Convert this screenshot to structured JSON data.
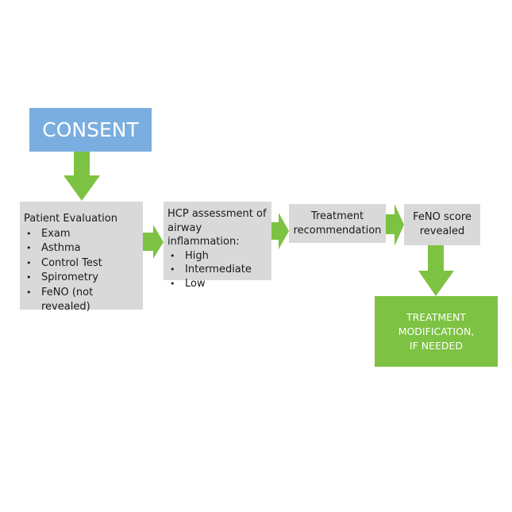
{
  "colors": {
    "consent_fill": "#7aaee0",
    "arrow_fill": "#7dc242",
    "process_fill": "#d9d9d9",
    "final_fill": "#7dc242"
  },
  "consent": {
    "label": "CONSENT"
  },
  "patient_evaluation": {
    "title": "Patient Evaluation",
    "items": [
      "Exam",
      "Asthma",
      "Control Test",
      "Spirometry",
      "FeNO (not revealed)"
    ]
  },
  "hcp_assessment": {
    "title_line1": "HCP assessment of",
    "title_line2": "airway inflammation:",
    "items": [
      "High",
      "Intermediate",
      "Low"
    ]
  },
  "treatment_recommendation": {
    "line1": "Treatment",
    "line2": "recommendation"
  },
  "feno_score": {
    "line1": "FeNO score",
    "line2": "revealed"
  },
  "treatment_modification": {
    "line1": "TREATMENT",
    "line2": "MODIFICATION,",
    "line3": "IF NEEDED"
  },
  "arrows": [
    {
      "from": "consent",
      "to": "patient_evaluation",
      "direction": "down"
    },
    {
      "from": "patient_evaluation",
      "to": "hcp_assessment",
      "direction": "right"
    },
    {
      "from": "hcp_assessment",
      "to": "treatment_recommendation",
      "direction": "right"
    },
    {
      "from": "treatment_recommendation",
      "to": "feno_score",
      "direction": "right"
    },
    {
      "from": "feno_score",
      "to": "treatment_modification",
      "direction": "down"
    }
  ]
}
